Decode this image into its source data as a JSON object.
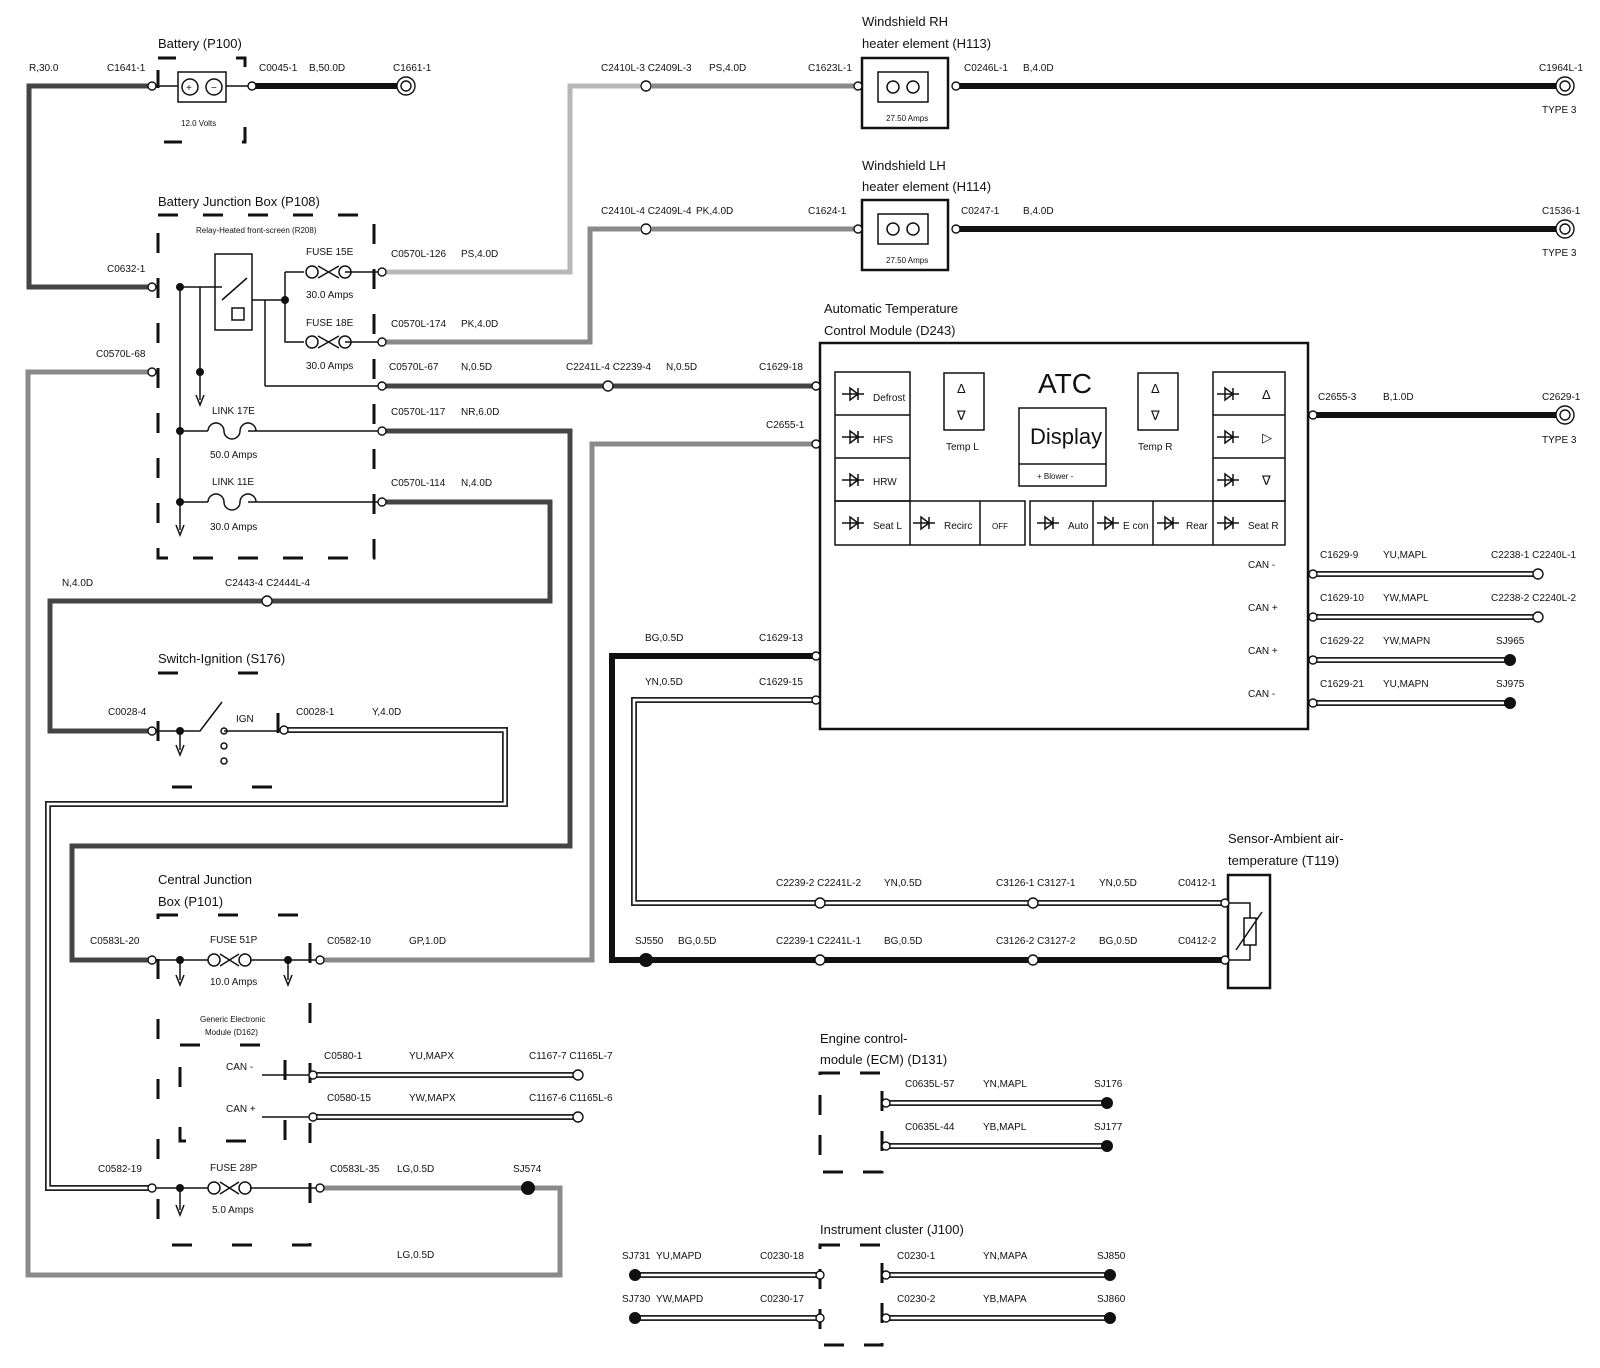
{
  "components": {
    "battery": {
      "title": "Battery (P100)",
      "rating": "12.0 Volts"
    },
    "bjb": {
      "title": "Battery Junction Box (P108)",
      "relay": "Relay-Heated front-screen (R208)",
      "fuse15": "FUSE 15E",
      "fuse15_rating": "30.0 Amps",
      "fuse18": "FUSE 18E",
      "fuse18_rating": "30.0 Amps",
      "link17": "LINK 17E",
      "link17_rating": "50.0 Amps",
      "link11": "LINK 11E",
      "link11_rating": "30.0 Amps"
    },
    "wsrh": {
      "title1": "Windshield RH",
      "title2": "heater element (H113)",
      "rating": "27.50 Amps"
    },
    "wslh": {
      "title1": "Windshield LH",
      "title2": "heater element (H114)",
      "rating": "27.50 Amps"
    },
    "atc": {
      "title1": "Automatic Temperature",
      "title2": "Control Module (D243)",
      "heading": "ATC",
      "display": "Display",
      "blower": "+ Blower -",
      "temp_l": "Temp L",
      "temp_r": "Temp R",
      "defrost": "Defrost",
      "hfs": "HFS",
      "hrw": "HRW",
      "seat_l": "Seat L",
      "recirc": "Recirc",
      "off": "OFF",
      "auto": "Auto",
      "econ": "E con",
      "rear": "Rear",
      "seat_r": "Seat R",
      "can_minus": "CAN -",
      "can_plus": "CAN +",
      "up": "Δ",
      "down": "∇",
      "right": "▷"
    },
    "ignition": {
      "title": "Switch-Ignition (S176)",
      "ign": "IGN"
    },
    "cjb": {
      "title1": "Central Junction",
      "title2": "Box (P101)",
      "fuse51": "FUSE 51P",
      "fuse51_rating": "10.0 Amps",
      "fuse28": "FUSE 28P",
      "fuse28_rating": "5.0 Amps"
    },
    "gem": {
      "title1": "Generic Electronic",
      "title2": "Module (D162)",
      "can_minus": "CAN -",
      "can_plus": "CAN +"
    },
    "sensor": {
      "title1": "Sensor-Ambient air-",
      "title2": "temperature (T119)"
    },
    "ecm": {
      "title1": "Engine control-",
      "title2": "module (ECM) (D131)"
    },
    "cluster": {
      "title": "Instrument cluster (J100)"
    }
  },
  "labels": {
    "r300": "R,30.0",
    "c16411": "C1641-1",
    "c00451": "C0045-1",
    "b500d": "B,50.0D",
    "c16611": "C1661-1",
    "c2410l3": "C2410L-3 C2409L-3",
    "ps40d_a": "PS,4.0D",
    "c16231": "C1623L-1",
    "c0246": "C0246L-1",
    "b40d_a": "B,4.0D",
    "c1964": "C1964L-1",
    "type3_a": "TYPE 3",
    "c2410l4": "C2410L-4 C2409L-4",
    "pk40d_a": "PK,4.0D",
    "c16241": "C1624-1",
    "c02471": "C0247-1",
    "b40d_b": "B,4.0D",
    "c15361": "C1536-1",
    "type3_b": "TYPE 3",
    "c06321": "C0632-1",
    "c0570l126": "C0570L-126",
    "ps40d_b": "PS,4.0D",
    "c0570l174": "C0570L-174",
    "pk40d_b": "PK,4.0D",
    "c0570l68": "C0570L-68",
    "c0570l67": "C0570L-67",
    "n05d_a": "N,0.5D",
    "c2241l4": "C2241L-4 C2239-4",
    "n05d_b": "N,0.5D",
    "c162918": "C1629-18",
    "c0570l117": "C0570L-117",
    "nr60d": "NR,6.0D",
    "c26551": "C2655-1",
    "c0570l114": "C0570L-114",
    "n40d_a": "N,4.0D",
    "c26553": "C2655-3",
    "b10d": "B,1.0D",
    "c26291": "C2629-1",
    "type3_c": "TYPE 3",
    "c16299": "C1629-9",
    "yumapl": "YU,MAPL",
    "c22381": "C2238-1 C2240L-1",
    "c162910": "C1629-10",
    "ywmapl": "YW,MAPL",
    "c22382": "C2238-2 C2240L-2",
    "c162922": "C1629-22",
    "ywmapn": "YW,MAPN",
    "sj965": "SJ965",
    "c162921": "C1629-21",
    "yumapn": "YU,MAPN",
    "sj975": "SJ975",
    "n40d_b": "N,4.0D",
    "c24434": "C2443-4 C2444L-4",
    "c00284": "C0028-4",
    "c00281": "C0028-1",
    "y40d": "Y,4.0D",
    "bg05d_a": "BG,0.5D",
    "c162913": "C1629-13",
    "yn05d_a": "YN,0.5D",
    "c162915": "C1629-15",
    "c22392": "C2239-2 C2241L-2",
    "yn05d_b": "YN,0.5D",
    "c31261": "C3126-1 C3127-1",
    "yn05d_c": "YN,0.5D",
    "c04121": "C0412-1",
    "sj550": "SJ550",
    "bg05d_b": "BG,0.5D",
    "c22391": "C2239-1 C2241L-1",
    "bg05d_c": "BG,0.5D",
    "c31262": "C3126-2 C3127-2",
    "bg05d_d": "BG,0.5D",
    "c04122": "C0412-2",
    "c0583l20": "C0583L-20",
    "c058210": "C0582-10",
    "gp10d": "GP,1.0D",
    "c05801": "C0580-1",
    "yumapx": "YU,MAPX",
    "c11677": "C1167-7 C1165L-7",
    "c058015": "C0580-15",
    "ywmapx": "YW,MAPX",
    "c11676": "C1167-6 C1165L-6",
    "c058219": "C0582-19",
    "c0583l35": "C0583L-35",
    "lg05d_a": "LG,0.5D",
    "sj574": "SJ574",
    "lg05d_b": "LG,0.5D",
    "c0635l57": "C0635L-57",
    "ynmapl": "YN,MAPL",
    "sj176": "SJ176",
    "c0635l44": "C0635L-44",
    "ybmapl": "YB,MAPL",
    "sj177": "SJ177",
    "sj731": "SJ731",
    "yumapd": "YU,MAPD",
    "c023018": "C0230-18",
    "c02301": "C0230-1",
    "ynmapa": "YN,MAPA",
    "sj850": "SJ850",
    "sj730": "SJ730",
    "ywmapd": "YW,MAPD",
    "c023017": "C0230-17",
    "c02302": "C0230-2",
    "ybmapa": "YB,MAPA",
    "sj860": "SJ860"
  }
}
